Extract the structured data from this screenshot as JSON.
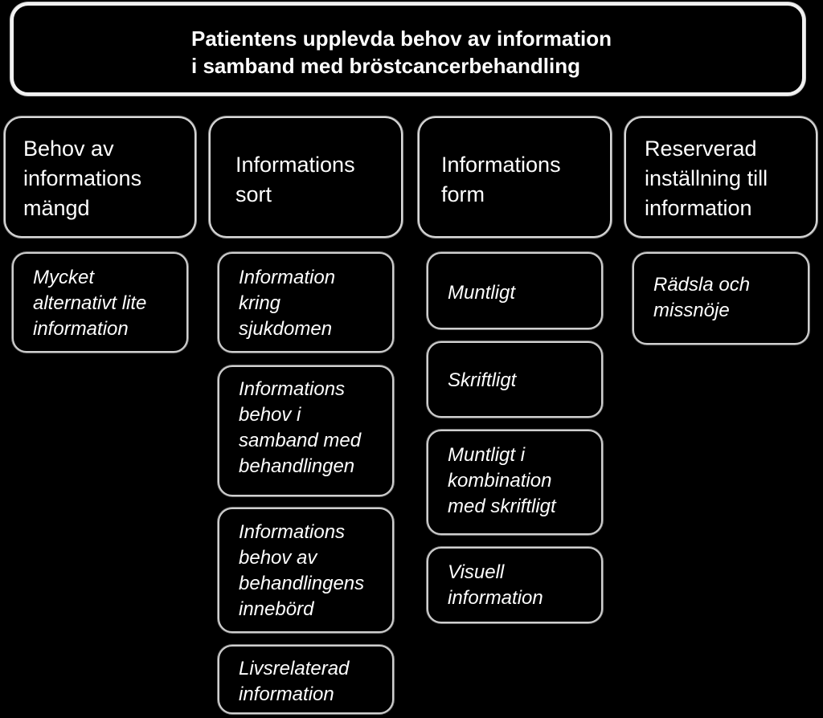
{
  "title": "Patientens upplevda behov av information\ni samband med bröstcancerbehandling",
  "columns": [
    {
      "header": "Behov av\ninformations\nmängd",
      "items": [
        "Mycket\nalternativt lite\ninformation"
      ]
    },
    {
      "header": "Informations\nsort",
      "items": [
        "Information\nkring\nsjukdomen",
        "Informations\nbehov i\nsamband med\nbehandlingen",
        "Informations\nbehov av\nbehandlingens\ninnebörd",
        "Livsrelaterad\ninformation"
      ]
    },
    {
      "header": "Informations\nform",
      "items": [
        "Muntligt",
        "Skriftligt",
        "Muntligt i\nkombination\nmed skriftligt",
        "Visuell\ninformation"
      ]
    },
    {
      "header": "Reserverad\ninställning till\ninformation",
      "items": [
        "Rädsla och\nmissnöje"
      ]
    }
  ]
}
